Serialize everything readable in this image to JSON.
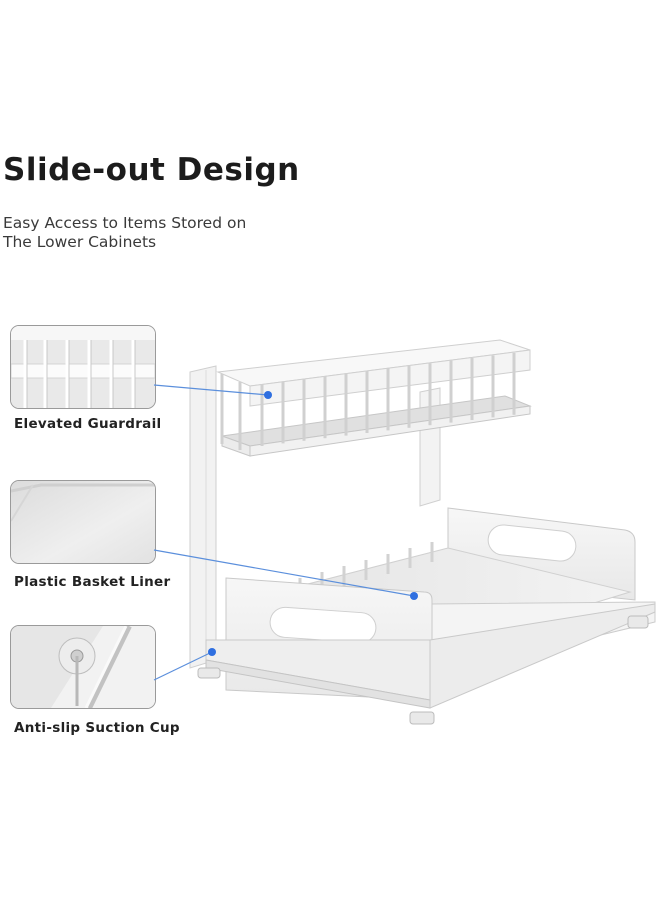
{
  "heading": {
    "title": "Slide-out Design",
    "subtitle_lines": [
      "Easy Access to Items Stored on",
      "The Lower Cabinets"
    ]
  },
  "features": [
    {
      "label": "Elevated Guardrail",
      "icon": "guardrail-closeup"
    },
    {
      "label": "Plastic Basket Liner",
      "icon": "liner-closeup"
    },
    {
      "label": "Anti-slip Suction Cup",
      "icon": "suction-cup-closeup"
    }
  ],
  "colors": {
    "callout_line": "#5b8fdc",
    "callout_dot": "#2f6fe0",
    "title_text": "#1c1c1c",
    "frame": "#f4f4f4"
  }
}
